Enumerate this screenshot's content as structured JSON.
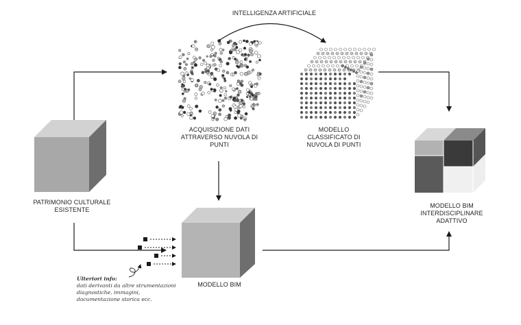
{
  "top_arrow_label": "INTELLIGENZA ARTIFICIALE",
  "nodes": {
    "heritage": "PATRIMONIO CULTURALE ESISTENTE",
    "pointcloud": "ACQUISIZIONE DATI ATTRAVERSO NUVOLA DI PUNTI",
    "classified": "MODELLO CLASSIFICATO DI NUVOLA DI PUNTI",
    "bim": "MODELLO BIM",
    "adaptive": "MODELLO BIM INTERDISCIPLINARE ADATTIVO"
  },
  "extra_info": {
    "title": "Ulteriori info:",
    "lines": [
      "dati derivanti da altre strumentazioni",
      "diagnostiche, immagini,",
      "documentazione storica ecc."
    ]
  },
  "colors": {
    "line": "#1a1a1a",
    "cube_light": "#b4b4b4",
    "cube_mid": "#9a9a9a",
    "cube_dark": "#6e6e6e",
    "cube_darkest": "#3a3a3a"
  }
}
